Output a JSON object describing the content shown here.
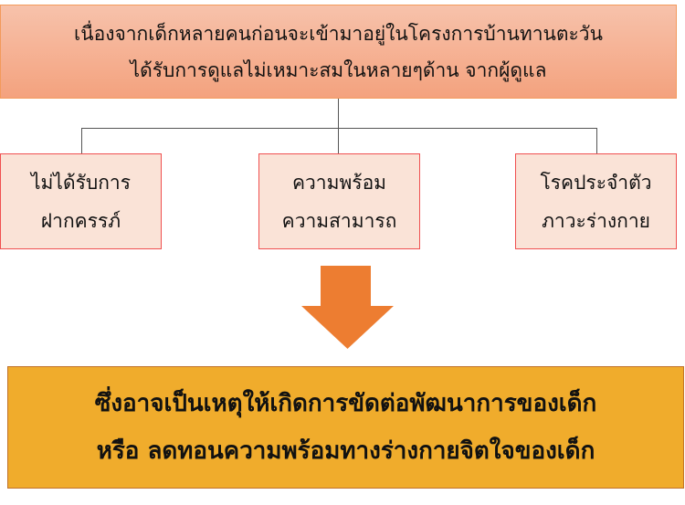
{
  "top_box": {
    "lines": [
      "เนื่องจากเด็กหลายคนก่อนจะเข้ามาอยู่ในโครงการบ้านทานตะวัน",
      "ได้รับการดูแลไม่เหมาะสมในหลายๆด้าน จากผู้ดูแล"
    ]
  },
  "factors": [
    {
      "lines": [
        "ไม่ได้รับการ",
        "ฝากครรภ์"
      ]
    },
    {
      "lines": [
        "ความพร้อม",
        "ความสามารถ"
      ]
    },
    {
      "lines": [
        "โรคประจำตัว",
        "ภาวะร่างกาย"
      ]
    }
  ],
  "result_box": {
    "lines": [
      "ซึ่งอาจเป็นเหตุให้เกิดการขัดต่อพัฒนาการของเด็ก",
      "หรือ ลดทอนความพร้อมทางร่างกายจิตใจของเด็ก"
    ]
  },
  "colors": {
    "top_fill": "#f4a27e",
    "factor_fill": "#fae3d7",
    "factor_border": "#f05050",
    "arrow": "#ed7d31",
    "result_fill": "#f0ac2c"
  }
}
